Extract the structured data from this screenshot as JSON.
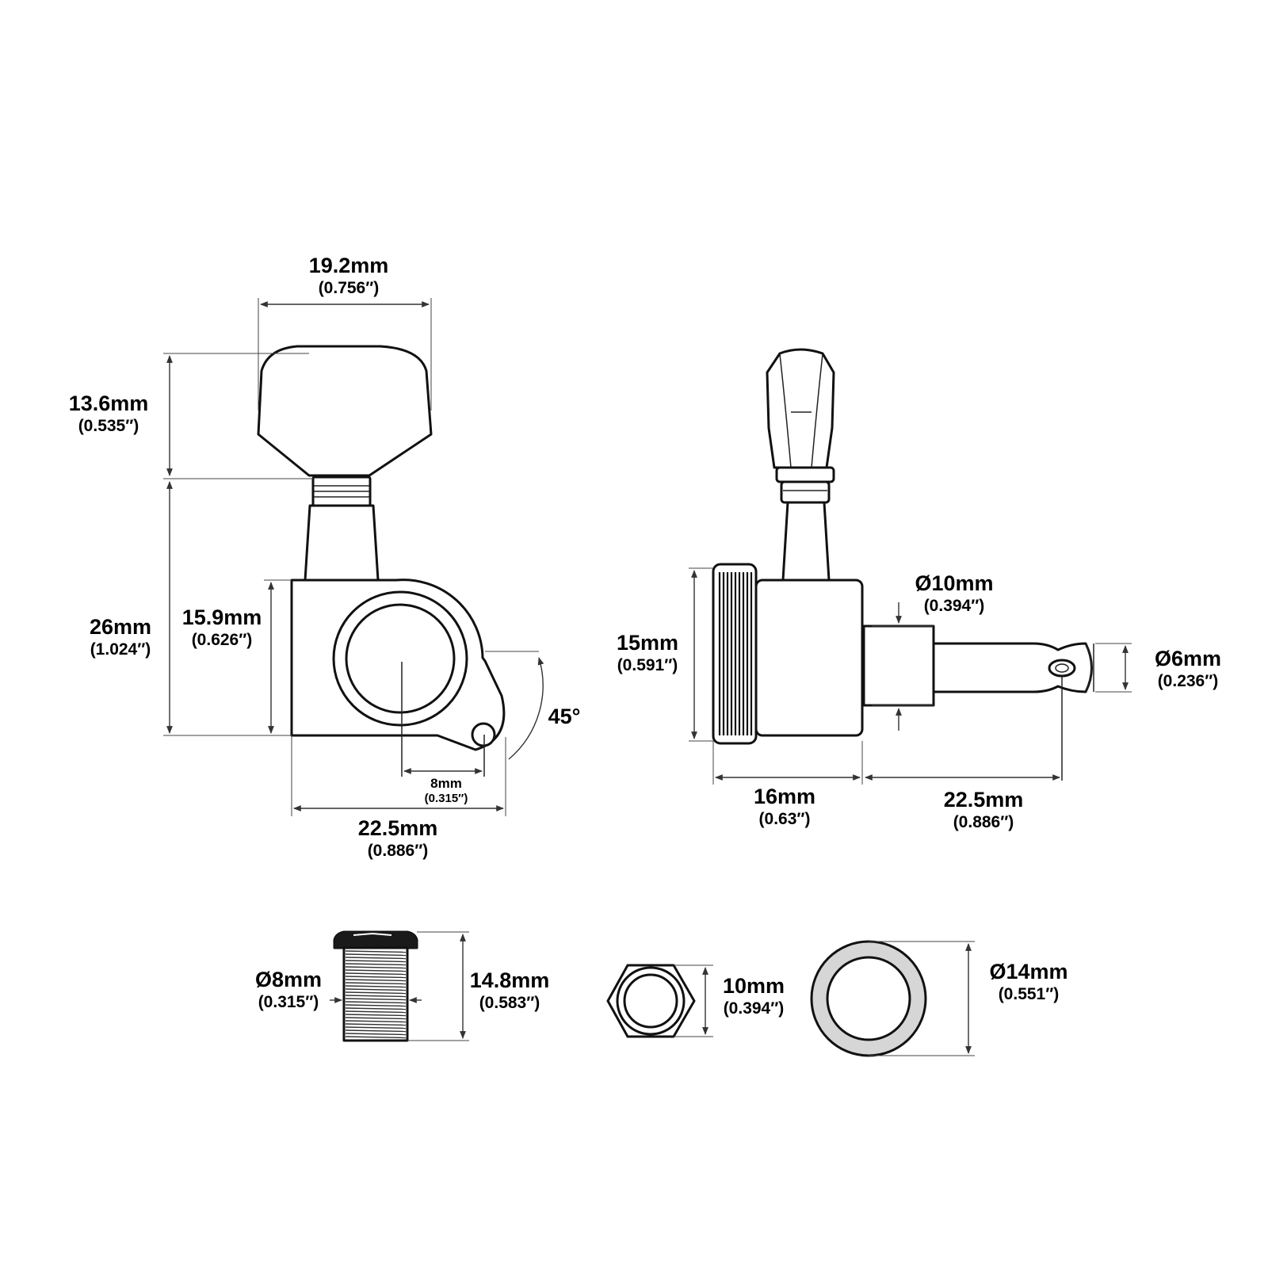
{
  "dimensions": {
    "knob_width": {
      "mm": "19.2mm",
      "inch": "(0.756″)"
    },
    "knob_height": {
      "mm": "13.6mm",
      "inch": "(0.535″)"
    },
    "total_height": {
      "mm": "26mm",
      "inch": "(1.024″)"
    },
    "body_height": {
      "mm": "15.9mm",
      "inch": "(0.626″)"
    },
    "angle": {
      "value": "45°"
    },
    "screw_offset": {
      "mm": "8mm",
      "inch": "(0.315″)"
    },
    "front_width": {
      "mm": "22.5mm",
      "inch": "(0.886″)"
    },
    "post_diameter": {
      "mm": "Ø10mm",
      "inch": "(0.394″)"
    },
    "side_height": {
      "mm": "15mm",
      "inch": "(0.591″)"
    },
    "string_post": {
      "mm": "Ø6mm",
      "inch": "(0.236″)"
    },
    "side_body_width": {
      "mm": "16mm",
      "inch": "(0.63″)"
    },
    "post_length": {
      "mm": "22.5mm",
      "inch": "(0.886″)"
    },
    "bushing_diameter": {
      "mm": "Ø8mm",
      "inch": "(0.315″)"
    },
    "bushing_length": {
      "mm": "14.8mm",
      "inch": "(0.583″)"
    },
    "nut_size": {
      "mm": "10mm",
      "inch": "(0.394″)"
    },
    "washer_diameter": {
      "mm": "Ø14mm",
      "inch": "(0.551″)"
    }
  }
}
